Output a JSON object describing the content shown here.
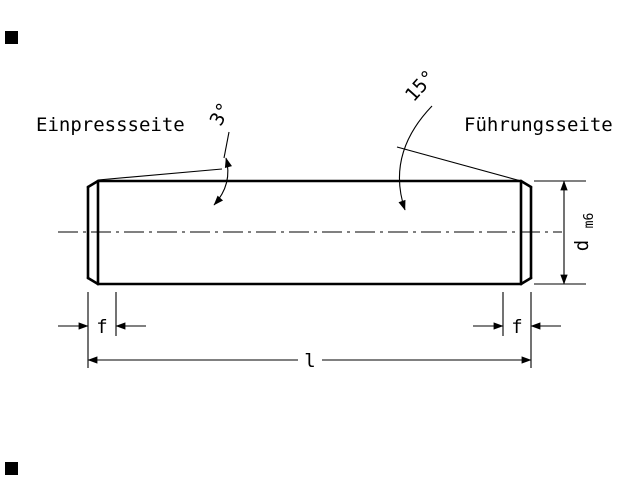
{
  "drawing": {
    "left_side_label": "Einpressseite",
    "right_side_label": "Führungsseite",
    "left_angle": "3°",
    "right_angle": "15°",
    "dim_f_left": "f",
    "dim_f_right": "f",
    "dim_length": "l",
    "dim_diameter_main": "d",
    "dim_diameter_tolerance": "m6"
  },
  "colors": {
    "line": "#000000",
    "background": "#ffffff"
  }
}
